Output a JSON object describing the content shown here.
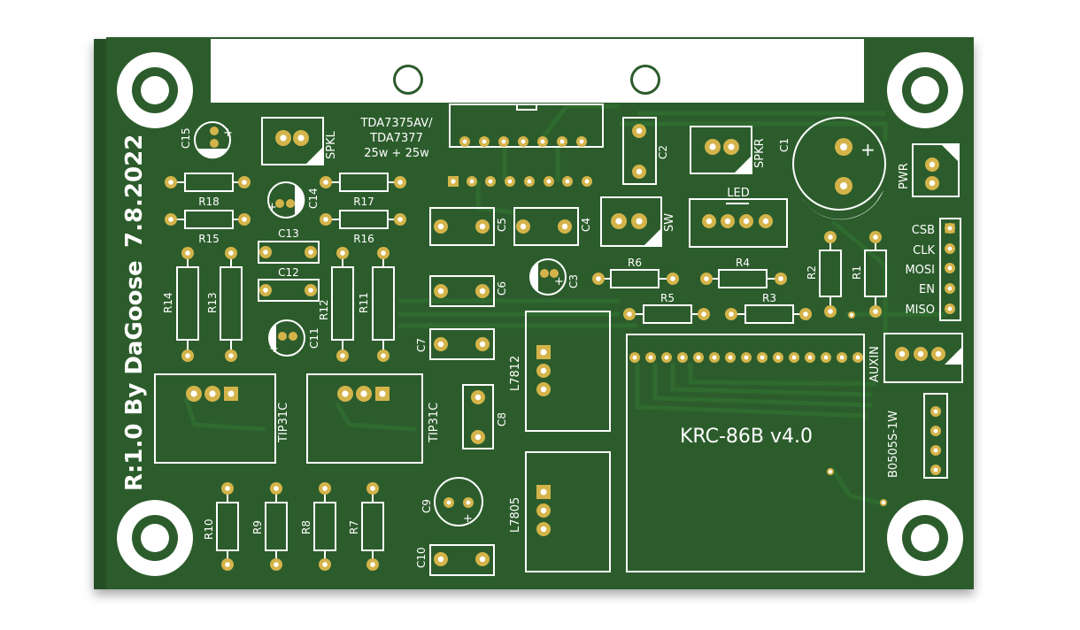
{
  "board": {
    "date": "7.8.2022",
    "revision": "R:1.0 By DaGoose",
    "amp_chip": [
      "TDA7375AV/",
      "TDA7377",
      "25w + 25w"
    ],
    "module": "KRC-86B v4.0",
    "colors": {
      "board": "#2c5c2c",
      "copper": "#d4b44a",
      "silk": "#ffffff",
      "hole": "#ffffff"
    }
  },
  "labels": {
    "SPKL": "SPKL",
    "SPKR": "SPKR",
    "LED": "LED",
    "SW": "SW",
    "PWR": "PWR",
    "AUXIN": "AUXIN",
    "B0505S": "B0505S-1W",
    "TIP31C_1": "TIP31C",
    "TIP31C_2": "TIP31C",
    "L7812": "L7812",
    "L7805": "L7805",
    "CSB": "CSB",
    "CLK": "CLK",
    "MOSI": "MOSI",
    "EN": "EN",
    "MISO": "MISO",
    "C1": "C1",
    "C2": "C2",
    "C3": "C3",
    "C4": "C4",
    "C5": "C5",
    "C6": "C6",
    "C7": "C7",
    "C8": "C8",
    "C9": "C9",
    "C10": "C10",
    "C11": "C11",
    "C12": "C12",
    "C13": "C13",
    "C14": "C14",
    "C15": "C15",
    "R1": "R1",
    "R2": "R2",
    "R3": "R3",
    "R4": "R4",
    "R5": "R5",
    "R6": "R6",
    "R7": "R7",
    "R8": "R8",
    "R9": "R9",
    "R10": "R10",
    "R11": "R11",
    "R12": "R12",
    "R13": "R13",
    "R14": "R14",
    "R15": "R15",
    "R16": "R16",
    "R17": "R17",
    "R18": "R18",
    "plus": "+"
  }
}
